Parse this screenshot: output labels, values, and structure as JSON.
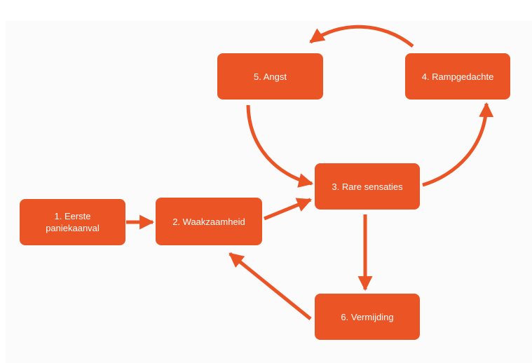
{
  "colors": {
    "accent": "#eb5424",
    "text": "#ffffff",
    "background": "#fbfbfb"
  },
  "nodes": {
    "n1": "1. Eerste\npaniekaanval",
    "n2": "2. Waakzaamheid",
    "n3": "3. Rare sensaties",
    "n4": "4. Rampgedachte",
    "n5": "5. Angst",
    "n6": "6. Vermijding"
  },
  "edges": [
    {
      "from": "1. Eerste paniekaanval",
      "to": "2. Waakzaamheid"
    },
    {
      "from": "2. Waakzaamheid",
      "to": "3. Rare sensaties"
    },
    {
      "from": "3. Rare sensaties",
      "to": "4. Rampgedachte"
    },
    {
      "from": "4. Rampgedachte",
      "to": "5. Angst"
    },
    {
      "from": "5. Angst",
      "to": "3. Rare sensaties"
    },
    {
      "from": "3. Rare sensaties",
      "to": "6. Vermijding"
    },
    {
      "from": "6. Vermijding",
      "to": "2. Waakzaamheid"
    }
  ]
}
